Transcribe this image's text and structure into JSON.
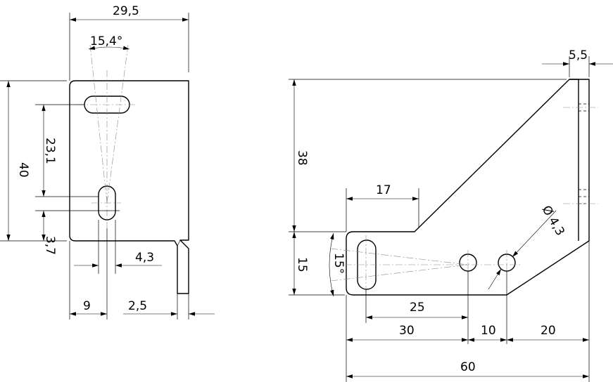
{
  "side_view": {
    "width_total": "29,5",
    "angle": "15,4°",
    "height_total": "40",
    "slot_spacing": "23,1",
    "bottom_offset": "3,7",
    "slot_width": "4,3",
    "slot_x": "9",
    "thickness": "2,5"
  },
  "front_view": {
    "flange": "5,5",
    "height_upper": "38",
    "top_width": "17",
    "height_lower": "15",
    "angle": "15°",
    "hole_diameter": "Ø 4,3",
    "dist_25": "25",
    "dist_30": "30",
    "dist_10": "10",
    "dist_20": "20",
    "length_total": "60"
  }
}
